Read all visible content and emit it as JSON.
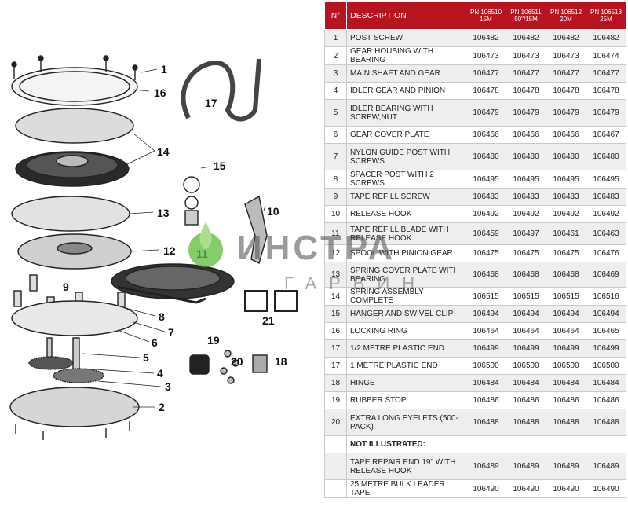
{
  "diagram": {
    "callouts": [
      "1",
      "16",
      "17",
      "14",
      "15",
      "13",
      "10",
      "12",
      "11",
      "9",
      "8",
      "7",
      "6",
      "5",
      "4",
      "3",
      "2",
      "19",
      "20",
      "18",
      "21"
    ]
  },
  "watermark": {
    "brand": "ИНСТРА",
    "sub": "ГАРВИН",
    "color": "#5dbb3a"
  },
  "table": {
    "header": {
      "no": "N°",
      "description": "DESCRIPTION",
      "pn": [
        {
          "line1": "PN 106510",
          "line2": "15M"
        },
        {
          "line1": "PN 106511",
          "line2": "50\"/15M"
        },
        {
          "line1": "PN 106512",
          "line2": "20M"
        },
        {
          "line1": "PN 106513",
          "line2": "25M"
        }
      ]
    },
    "rows": [
      {
        "no": "1",
        "desc": "POST SCREW",
        "pn": [
          "106482",
          "106482",
          "106482",
          "106482"
        ]
      },
      {
        "no": "2",
        "desc": "GEAR HOUSING WITH BEARING",
        "pn": [
          "106473",
          "106473",
          "106473",
          "106474"
        ]
      },
      {
        "no": "3",
        "desc": "MAIN SHAFT AND GEAR",
        "pn": [
          "106477",
          "106477",
          "106477",
          "106477"
        ]
      },
      {
        "no": "4",
        "desc": "IDLER GEAR AND PINION",
        "pn": [
          "106478",
          "106478",
          "106478",
          "106478"
        ]
      },
      {
        "no": "5",
        "desc": "IDLER BEARING WITH SCREW,NUT",
        "pn": [
          "106479",
          "106479",
          "106479",
          "106479"
        ]
      },
      {
        "no": "6",
        "desc": "GEAR COVER PLATE",
        "pn": [
          "106466",
          "106466",
          "106466",
          "106467"
        ]
      },
      {
        "no": "7",
        "desc": "NYLON GUIDE POST WITH SCREWS",
        "pn": [
          "106480",
          "106480",
          "106480",
          "106480"
        ]
      },
      {
        "no": "8",
        "desc": "SPACER POST WITH 2 SCREWS",
        "pn": [
          "106495",
          "106495",
          "106495",
          "106495"
        ]
      },
      {
        "no": "9",
        "desc": "TAPE REFILL SCREW",
        "pn": [
          "106483",
          "106483",
          "106483",
          "106483"
        ]
      },
      {
        "no": "10",
        "desc": "RELEASE HOOK",
        "pn": [
          "106492",
          "106492",
          "106492",
          "106492"
        ]
      },
      {
        "no": "11",
        "desc": "TAPE REFILL BLADE WITH RELEASE HOOK",
        "pn": [
          "106459",
          "106497",
          "106461",
          "106463"
        ]
      },
      {
        "no": "12",
        "desc": "SPOOL WITH PINION GEAR",
        "pn": [
          "106475",
          "106475",
          "106475",
          "106476"
        ]
      },
      {
        "no": "13",
        "desc": "SPRING COVER PLATE WITH BEARING",
        "pn": [
          "106468",
          "106468",
          "106468",
          "106469"
        ]
      },
      {
        "no": "14",
        "desc": "SPRING ASSEMBLY COMPLETE",
        "pn": [
          "106515",
          "106515",
          "106515",
          "106516"
        ]
      },
      {
        "no": "15",
        "desc": "HANGER AND SWIVEL CLIP",
        "pn": [
          "106494",
          "106494",
          "106494",
          "106494"
        ]
      },
      {
        "no": "16",
        "desc": "LOCKING RING",
        "pn": [
          "106464",
          "106464",
          "106464",
          "106465"
        ]
      },
      {
        "no": "17",
        "desc": "1/2 METRE PLASTIC END",
        "pn": [
          "106499",
          "106499",
          "106499",
          "106499"
        ]
      },
      {
        "no": "17",
        "desc": "1 METRE PLASTIC END",
        "pn": [
          "106500",
          "106500",
          "106500",
          "106500"
        ]
      },
      {
        "no": "18",
        "desc": "HINGE",
        "pn": [
          "106484",
          "106484",
          "106484",
          "106484"
        ]
      },
      {
        "no": "19",
        "desc": "RUBBER STOP",
        "pn": [
          "106486",
          "106486",
          "106486",
          "106486"
        ]
      },
      {
        "no": "20",
        "desc": "EXTRA LONG EYELETS (500-PACK)",
        "pn": [
          "106488",
          "106488",
          "106488",
          "106488"
        ]
      },
      {
        "no": "",
        "desc": "NOT ILLUSTRATED:",
        "pn": [
          "",
          "",
          "",
          ""
        ],
        "sub": true
      },
      {
        "no": "",
        "desc": "TAPE REPAIR END 19\" WITH RELEASE HOOK",
        "pn": [
          "106489",
          "106489",
          "106489",
          "106489"
        ]
      },
      {
        "no": "",
        "desc": "25 METRE BULK LEADER TAPE",
        "pn": [
          "106490",
          "106490",
          "106490",
          "106490"
        ]
      }
    ]
  }
}
